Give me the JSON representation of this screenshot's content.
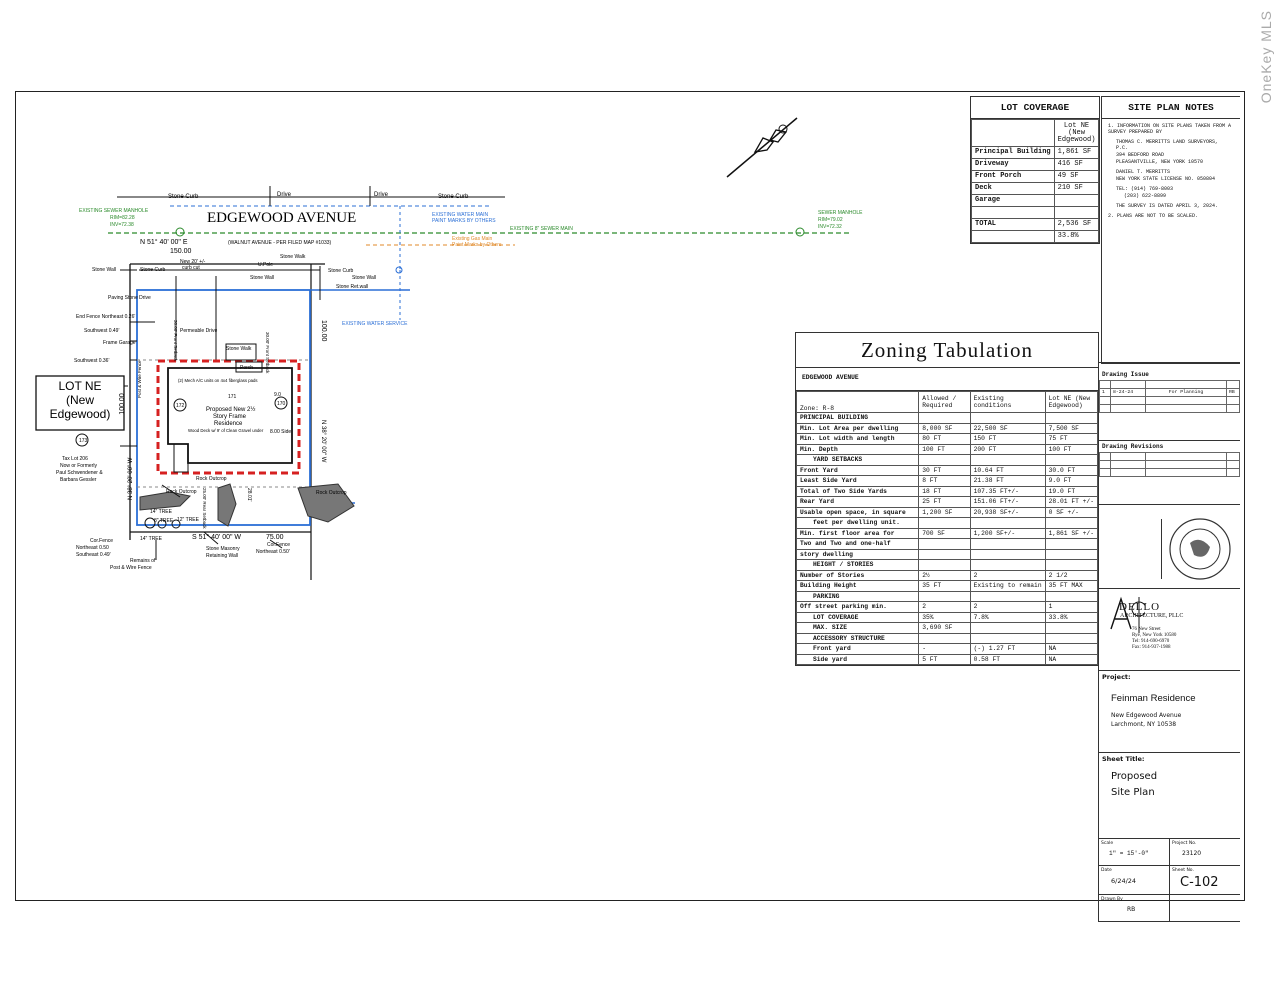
{
  "watermark": "OneKey MLS",
  "street": {
    "name": "EDGEWOOD AVENUE",
    "stone_curb_1": "Stone Curb",
    "drive_1": "Drive",
    "drive_2": "Drive",
    "stone_curb_2": "Stone Curb",
    "sewer_manhole_left": "EXISTING SEWER MANHOLE",
    "sewer_manhole_left_rim": "RIM=82.28",
    "sewer_manhole_left_inv": "INV=72.38",
    "water_main": "EXISTING WATER MAIN",
    "water_main_2": "PAINT MARKS BY OTHERS",
    "sewer_main": "EXISTING 8\" SEWER MAIN",
    "sewer_manhole_right": "SEWER MANHOLE",
    "sewer_manhole_right_rim": "RIM=79.02",
    "sewer_manhole_right_inv": "INV=72.32",
    "gas_main": "Existing Gas Main",
    "gas_main_2": "Paint Marks by Others",
    "bearing_top": "N 51° 40' 00\" E",
    "distance_top": "150.00",
    "walnut_note": "(WALNUT AVENUE - PER FILED MAP #1033)",
    "new_curb_cut": "New 20' +/-",
    "new_curb_cut_2": "curb cut",
    "stone_walk_top": "Stone Walk",
    "utility_pole": "U.Pole",
    "stone_wall_1": "Stone Wall",
    "stone_curb_3": "Stone Curb",
    "stone_curb_4": "Stone Curb",
    "stone_wall_2": "Stone Wall",
    "stone_wall_3": "Stone Wall",
    "stone_ret_wall": "Stone Ret.wall",
    "water_service": "EXISTING WATER SERVICE",
    "right_bearing": "N 38° 20' 00\" W",
    "right_distance": "100.00",
    "left_bearing": "N 38° 20' 00\" W",
    "left_distance": "100.00",
    "bottom_bearing": "S 51° 40' 00\" W",
    "bottom_distance": "75.00",
    "paving_stone_drive": "Paving Stone Drive",
    "end_fence": "End Fence Northeast 0.26'",
    "southwest_049": "Southwest 0.49'",
    "frame_garage": "Frame Garage",
    "southwest_036": "Southwest 0.36'",
    "lot_label": "LOT NE",
    "lot_label_2": "(New",
    "lot_label_3": "Edgewood)",
    "tax_lot": "Tax Lot 206",
    "now_formerly": "Now or Formerly",
    "owner_1": "Paul Schwendener &",
    "owner_2": "Barbara Gessler",
    "lot_173": "173",
    "lot_172": "172",
    "lot_171": "171",
    "lot_170": "170",
    "house_label_1": "Proposed New 2½",
    "house_label_2": "Story Frame",
    "house_label_3": "Residence",
    "porch": "Porch",
    "stone_walk_front": "Stone Walk",
    "permeable_drive": "Permeable Drive",
    "front_setback": "30.00' Front Setback",
    "front_setback_2": "30.00' Front Setback",
    "ac_units": "(2) Mech A/C units on 4x4 fiberglass pads",
    "wood_deck": "Wood Deck w/ 9' of Clean Gravel under",
    "side_9": "9.0",
    "side_8": "8.00 Side",
    "post_wire_fence": "Post & Wire Fence",
    "rock_outcrop_1": "Rock Outcrop",
    "rock_outcrop_2": "Rock Outcrop",
    "rock_outcrop_3": "Rock Outcrop",
    "rear_setback": "25.00' Rear Setback",
    "dim_2801": "28.01'",
    "tree_14a": "14\" TREE",
    "tree_8": "8\" TREE",
    "tree_12": "12\" TREE",
    "tree_14b": "14\" TREE",
    "cor_fence_left": "Cor.Fence",
    "cor_fence_left_2": "Northeast 0.50",
    "cor_fence_left_3": "Southeast 0.49'",
    "remains_fence": "Remains of",
    "remains_fence_2": "Post & Wire Fence",
    "stone_masonry": "Stone Masonry",
    "retaining_wall": "Retaining Wall",
    "cor_fence_right": "Cor.Fence",
    "cor_fence_right_2": "Northeast 0.50'"
  },
  "lot_coverage": {
    "title": "LOT COVERAGE",
    "col_header_1": "Lot NE",
    "col_header_2": "(New",
    "col_header_3": "Edgewood)",
    "rows": [
      {
        "label": "Principal Building",
        "value": "1,861 SF"
      },
      {
        "label": "Driveway",
        "value": "416 SF"
      },
      {
        "label": "Front Porch",
        "value": "49 SF"
      },
      {
        "label": "Deck",
        "value": "210 SF"
      },
      {
        "label": "Garage",
        "value": ""
      },
      {
        "label": "",
        "value": ""
      },
      {
        "label": "TOTAL",
        "value": "2,536 SF"
      },
      {
        "label": "",
        "value": "33.8%"
      }
    ]
  },
  "site_plan_notes": {
    "title": "SITE PLAN NOTES",
    "note_1": "1. INFORMATION ON SITE PLANS TAKEN FROM A SURVEY PREPARED BY",
    "note_1b": "THOMAS C. MERRITTS LAND SURVEYORS, P.C.",
    "note_1c": "394 BEDFORD ROAD",
    "note_1d": "PLEASANTVILLE, NEW YORK 10570",
    "note_1e": "DANIEL T. MERRITTS",
    "note_1f": "NEW YORK STATE LICENSE NO. 050804",
    "note_1g": "TEL: (914) 769-8003",
    "note_1h": "(203) 622-8899",
    "note_1i": "THE SURVEY IS DATED APRIL 3, 2024.",
    "note_2": "2. PLANS ARE NOT TO BE SCALED."
  },
  "zoning": {
    "title": "Zoning Tabulation",
    "street": "EDGEWOOD AVENUE",
    "h_zone": "Zone: R-8",
    "h_allowed": "Allowed / Required",
    "h_existing": "Existing conditions",
    "h_lot": "Lot NE (New Edgewood)",
    "rows": [
      {
        "label": "PRINCIPAL BUILDING",
        "a": "",
        "e": "",
        "l": "",
        "sub": false
      },
      {
        "label": "Min. Lot Area per dwelling",
        "a": "8,000 SF",
        "e": "22,500 SF",
        "l": "7,500 SF",
        "sub": false
      },
      {
        "label": "Min. Lot width and length",
        "a": "80 FT",
        "e": "150 FT",
        "l": "75 FT",
        "sub": false
      },
      {
        "label": "Min. Depth",
        "a": "100 FT",
        "e": "200 FT",
        "l": "100 FT",
        "sub": false
      },
      {
        "label": "YARD SETBACKS",
        "a": "",
        "e": "",
        "l": "",
        "sub": true
      },
      {
        "label": "Front Yard",
        "a": "30 FT",
        "e": "10.64 FT",
        "l": "30.0 FT",
        "sub": false
      },
      {
        "label": "Least Side Yard",
        "a": "8 FT",
        "e": "21.38 FT",
        "l": "9.0 FT",
        "sub": false
      },
      {
        "label": "Total of Two Side Yards",
        "a": "18 FT",
        "e": "107.35 FT+/-",
        "l": "19.0 FT",
        "sub": false
      },
      {
        "label": "Rear Yard",
        "a": "25 FT",
        "e": "151.06 FT+/-",
        "l": "28.01 FT +/-",
        "sub": false
      },
      {
        "label": "Usable open space, in square",
        "a": "1,200 SF",
        "e": "20,938 SF+/-",
        "l": "0 SF +/-",
        "sub": false
      },
      {
        "label": "feet per dwelling unit.",
        "a": "",
        "e": "",
        "l": "",
        "sub": true
      },
      {
        "label": "Min. first floor area for",
        "a": "700 SF",
        "e": "1,200 SF+/-",
        "l": "1,861 SF +/-",
        "sub": false
      },
      {
        "label": "Two and Two and one-half",
        "a": "",
        "e": "",
        "l": "",
        "sub": false
      },
      {
        "label": "story dwelling",
        "a": "",
        "e": "",
        "l": "",
        "sub": false
      },
      {
        "label": "HEIGHT / STORIES",
        "a": "",
        "e": "",
        "l": "",
        "sub": true
      },
      {
        "label": "Number of Stories",
        "a": "2½",
        "e": "2",
        "l": "2 1/2",
        "sub": false
      },
      {
        "label": "Building Height",
        "a": "35 FT",
        "e": "Existing to remain",
        "l": "35 FT MAX",
        "sub": false
      },
      {
        "label": "PARKING",
        "a": "",
        "e": "",
        "l": "",
        "sub": true
      },
      {
        "label": "Off street parking min.",
        "a": "2",
        "e": "2",
        "l": "1",
        "sub": false
      },
      {
        "label": "LOT COVERAGE",
        "a": "35%",
        "e": "7.8%",
        "l": "33.8%",
        "sub": true
      },
      {
        "label": "MAX. SIZE",
        "a": "3,690 SF",
        "e": "",
        "l": "",
        "sub": true
      },
      {
        "label": "ACCESSORY STRUCTURE",
        "a": "",
        "e": "",
        "l": "",
        "sub": true
      },
      {
        "label": "Front yard",
        "a": "-",
        "e": "(-) 1.27 FT",
        "l": "NA",
        "sub": true
      },
      {
        "label": "Side yard",
        "a": "5 FT",
        "e": "0.58 FT",
        "l": "NA",
        "sub": true
      }
    ]
  },
  "title_block": {
    "drawing_issue": "Drawing Issue",
    "issue_no": "1",
    "issue_date": "8-24-24",
    "issue_desc": "For Planning",
    "issue_by": "RB",
    "drawing_revisions": "Drawing Revisions",
    "firm_name": "DELLO",
    "firm_name_2": "ARCHITECTURE, PLLC",
    "firm_addr_1": "76 New Street",
    "firm_addr_2": "Rye, New York 10580",
    "firm_tel": "Tel: 914-690-6970",
    "firm_fax": "Fax: 914-937-1988",
    "project_label": "Project:",
    "project_name": "Feinman Residence",
    "project_addr_1": "New Edgewood Avenue",
    "project_addr_2": "Larchmont, NY 10538",
    "sheet_title_label": "Sheet Title:",
    "sheet_title_1": "Proposed",
    "sheet_title_2": "Site Plan",
    "scale_label": "Scale",
    "scale": "1\" = 15'-0\"",
    "project_no_label": "Project No.",
    "project_no": "23120",
    "date_label": "Date",
    "date": "6/24/24",
    "sheet_no_label": "Sheet No.",
    "sheet_no": "C-102",
    "drawn_label": "Drawn By",
    "drawn": "RB"
  }
}
